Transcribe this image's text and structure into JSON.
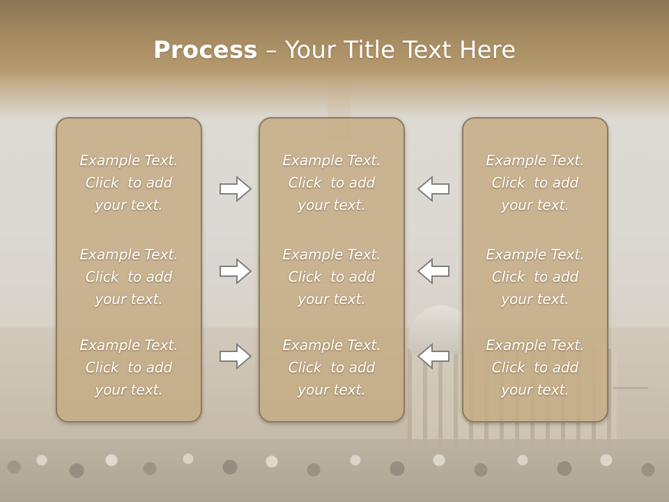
{
  "slide": {
    "title_bold": "Process",
    "title_rest": " – Your Title Text Here"
  },
  "columns": [
    {
      "name": "left",
      "items": [
        {
          "line1": "Example Text.",
          "line2": "Click  to add",
          "line3": "your text."
        },
        {
          "line1": "Example Text.",
          "line2": "Click  to add",
          "line3": "your text."
        },
        {
          "line1": "Example Text.",
          "line2": "Click  to add",
          "line3": "your text."
        }
      ]
    },
    {
      "name": "center",
      "items": [
        {
          "line1": "Example Text.",
          "line2": "Click  to add",
          "line3": "your text."
        },
        {
          "line1": "Example Text.",
          "line2": "Click  to add",
          "line3": "your text."
        },
        {
          "line1": "Example Text.",
          "line2": "Click  to add",
          "line3": "your text."
        }
      ]
    },
    {
      "name": "right",
      "items": [
        {
          "line1": "Example Text.",
          "line2": "Click  to add",
          "line3": "your text."
        },
        {
          "line1": "Example Text.",
          "line2": "Click  to add",
          "line3": "your text."
        },
        {
          "line1": "Example Text.",
          "line2": "Click  to add",
          "line3": "your text."
        }
      ]
    }
  ],
  "arrows": {
    "left_group": "arrow-right-icon",
    "right_group": "arrow-left-icon"
  },
  "colors": {
    "title_band": "#a48a62",
    "box_fill": "#c4ab83",
    "box_border": "#8c7a5c",
    "text": "#ffffff"
  }
}
